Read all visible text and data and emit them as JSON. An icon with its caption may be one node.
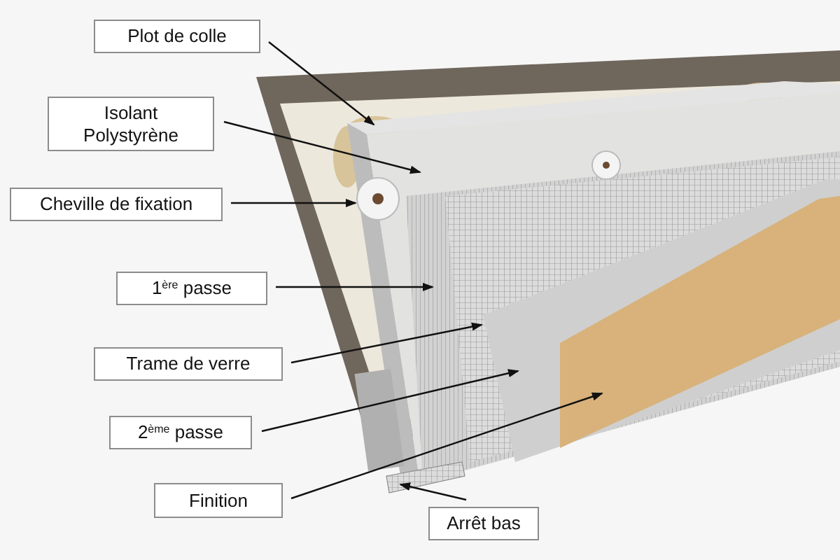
{
  "diagram": {
    "nodes": [
      {
        "text": [
          "Plot de colle"
        ]
      },
      {
        "text": [
          "Isolant Polystyrène"
        ]
      },
      {
        "text": [
          "Cheville de fixation"
        ]
      },
      {
        "text": [
          "1$^{ère}$ passe"
        ]
      },
      {
        "text": [
          "Trame de verre"
        ]
      },
      {
        "text": [
          "2$^{ème}$ passe"
        ]
      },
      {
        "text": [
          "Finition"
        ]
      },
      {
        "text": [
          "Arrêt bas"
        ]
      }
    ],
    "edges": [
      {
        "from": 0,
        "to": null,
        "arrow": "to"
      },
      {
        "from": 1,
        "to": null,
        "arrow": "to"
      },
      {
        "from": 2,
        "to": null,
        "arrow": "to"
      },
      {
        "from": 3,
        "to": null,
        "arrow": "to"
      },
      {
        "from": 4,
        "to": null,
        "arrow": "to"
      },
      {
        "from": 5,
        "to": null,
        "arrow": "to"
      },
      {
        "from": 6,
        "to": null,
        "arrow": "to"
      },
      {
        "from": 7,
        "to": null,
        "arrow": "to"
      }
    ]
  }
}
